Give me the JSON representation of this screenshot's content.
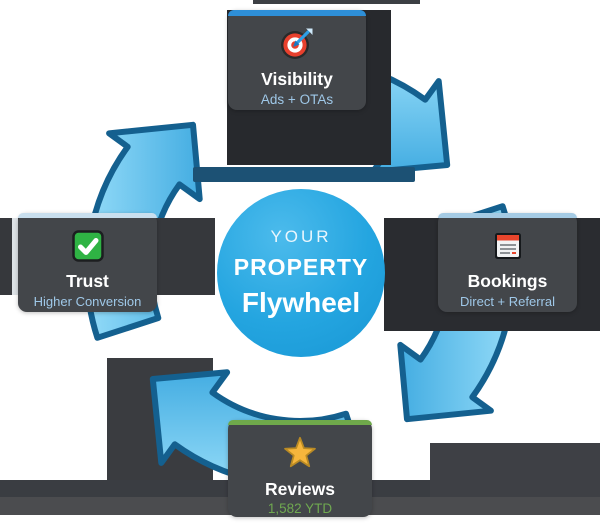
{
  "diagram_title": "Property Flywheel",
  "center": {
    "line1": "YOUR",
    "line2": "PROPERTY",
    "line3": "Flywheel"
  },
  "nodes": {
    "top": {
      "title": "Visibility",
      "subtitle": "Ads + OTAs",
      "icon": "target-dart-icon",
      "accent_color": "#2e8fd8",
      "subtitle_color": "#9fc8e8"
    },
    "right": {
      "title": "Bookings",
      "subtitle": "Direct + Referral",
      "icon": "calendar-icon",
      "accent_color": "#a5cbe4",
      "subtitle_color": "#9fc8e8"
    },
    "bottom": {
      "title": "Reviews",
      "subtitle": "1,582 YTD",
      "icon": "star-icon",
      "accent_color": "#6fa94b",
      "subtitle_color": "#6fa850"
    },
    "left": {
      "title": "Trust",
      "subtitle": "Higher Conversion",
      "icon": "check-icon",
      "accent_color": "#c9dfee",
      "subtitle_color": "#9fc8e8"
    }
  },
  "colors": {
    "arrow_fill": "#5fc0ee",
    "arrow_outline": "#14608f",
    "hub_blue": "#1d9fdb",
    "card_background": "#43464a",
    "dark_patch": "#36383c",
    "navy_bar": "#1c5174"
  }
}
